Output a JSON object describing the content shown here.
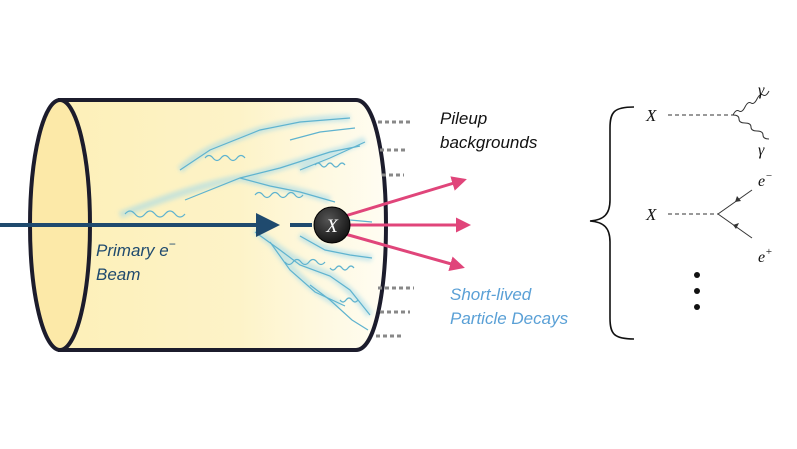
{
  "left_panel": {
    "beam_label_line1": "Primary e",
    "beam_label_sup": "−",
    "beam_label_line2": "Beam",
    "vertex_label": "X",
    "pileup_line1": "Pileup",
    "pileup_line2": "backgrounds",
    "decays_line1": "Short-lived",
    "decays_line2": "Particle Decays"
  },
  "right_panel": {
    "decay1": {
      "parent": "X",
      "product_top": "γ",
      "product_bottom": "γ"
    },
    "decay2": {
      "parent": "X",
      "product_top": "e",
      "product_top_sup": "−",
      "product_bottom": "e",
      "product_bottom_sup": "+"
    },
    "ellipsis": "⋮"
  },
  "colors": {
    "beam": "#1f4a6e",
    "decay_arrows": "#e0457a",
    "pileup_text": "#111111",
    "decay_text": "#5aa0d6",
    "shower": "#7fc8e0",
    "cylinder_fill": "#fdf3c4",
    "cylinder_edge": "#1c1c2c",
    "vertex": "#222222"
  }
}
